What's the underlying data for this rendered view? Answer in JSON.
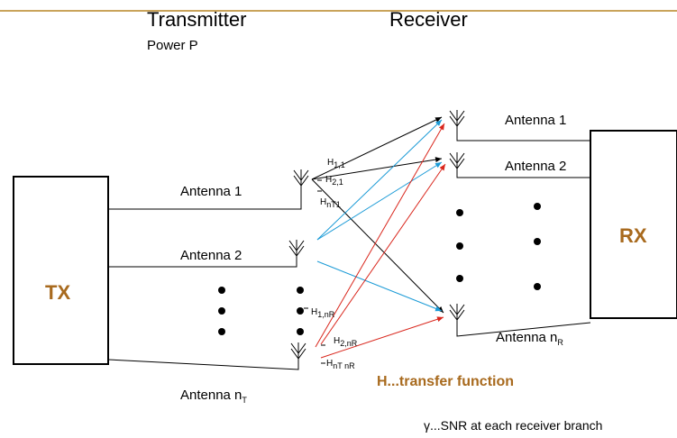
{
  "header": {
    "transmitter": "Transmitter",
    "power": "Power P",
    "receiver": "Receiver"
  },
  "tx": {
    "label": "TX",
    "color": "#a86a1e"
  },
  "rx": {
    "label": "RX",
    "color": "#a86a1e"
  },
  "tx_antennas": {
    "a1": "Antenna 1",
    "a2": "Antenna 2",
    "an_base": "Antenna n",
    "an_sub": "T"
  },
  "rx_antennas": {
    "a1": "Antenna 1",
    "a2": "Antenna 2",
    "an_base": "Antenna n",
    "an_sub": "R"
  },
  "channels": {
    "h11": {
      "base": "H",
      "sub": "1,1"
    },
    "h21": {
      "base": "H",
      "sub": "2,1"
    },
    "hnt1": {
      "base": "H",
      "sub": "nT1"
    },
    "h1nr": {
      "base": "H",
      "sub": "1,nR"
    },
    "h2nr": {
      "base": "H",
      "sub": "2,nR"
    },
    "hntnr": {
      "base": "H",
      "sub": "nT nR"
    }
  },
  "legend": {
    "transfer": "H...transfer function",
    "transfer_color": "#a86a1e",
    "snr": "γ...SNR at each receiver branch"
  },
  "colors": {
    "tx1": "#000000",
    "tx2": "#1a9ad6",
    "txn": "#d9261c"
  }
}
